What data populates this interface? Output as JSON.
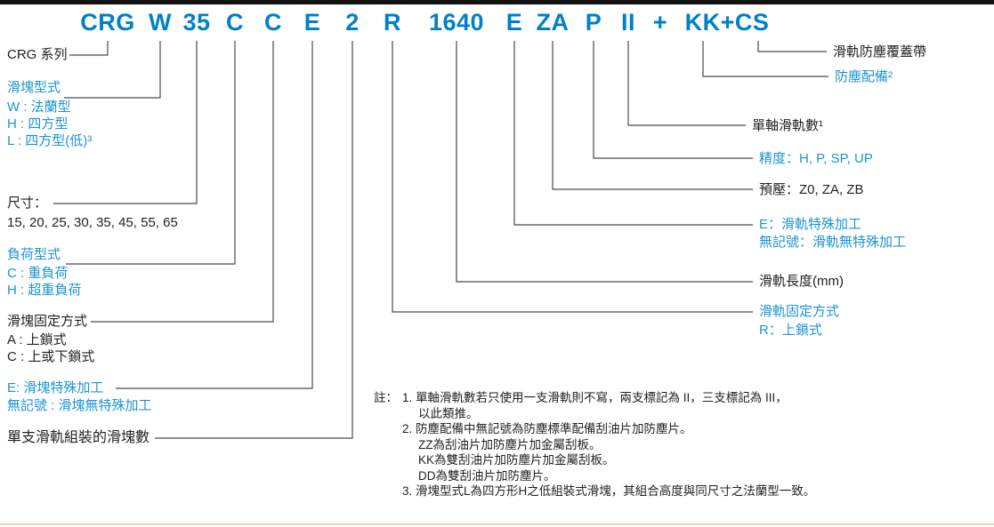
{
  "colors": {
    "code_blue": "#0080c8",
    "label_blue": "#1d94d2",
    "text_dark": "#231f20",
    "connector_line": "#4b4b4d",
    "top_bar": "#111111",
    "bottom_rule": "#f3d3c6"
  },
  "code": {
    "segments": [
      "CRG",
      "W",
      "35",
      "C",
      "C",
      "E",
      "2",
      "R",
      "1640",
      "E",
      "ZA",
      "P",
      "II",
      "+",
      "KK+CS"
    ]
  },
  "left": {
    "series": {
      "title": "CRG 系列"
    },
    "block_type": {
      "title": "滑塊型式",
      "items": [
        "W : 法蘭型",
        "H : 四方型",
        "L : 四方型(低)³"
      ]
    },
    "size": {
      "title": "尺寸：",
      "items": [
        "15, 20, 25, 30, 35, 45, 55, 65"
      ]
    },
    "load_type": {
      "title": "負荷型式",
      "items": [
        "C : 重負荷",
        "H : 超重負荷"
      ]
    },
    "block_fixing": {
      "title": "滑塊固定方式",
      "items": [
        "A : 上鎖式",
        "C : 上或下鎖式"
      ]
    },
    "block_special": {
      "title": "E: 滑塊特殊加工",
      "items": [
        "無記號 : 滑塊無特殊加工"
      ]
    },
    "blocks_per_rail": {
      "title": "單支滑軌組裝的滑塊數"
    }
  },
  "right": {
    "rail_cover": {
      "title": "滑軌防塵覆蓋帶"
    },
    "dust_protection": {
      "title": "防塵配備²"
    },
    "rails_per_axis": {
      "title": "單軸滑軌數¹"
    },
    "precision": {
      "title": "精度：H, P, SP, UP"
    },
    "preload": {
      "title": "預壓：Z0, ZA, ZB"
    },
    "rail_special": {
      "title": "E：滑軌特殊加工",
      "items": [
        "無記號：滑軌無特殊加工"
      ]
    },
    "rail_length": {
      "title": "滑軌長度(mm)"
    },
    "rail_fixing": {
      "title": "滑軌固定方式",
      "items": [
        "R：上鎖式"
      ]
    }
  },
  "notes": {
    "label": "註：",
    "lines": [
      "1. 單軸滑軌數若只使用一支滑軌則不寫，兩支標記為 II，三支標記為 III，",
      "以此類推。",
      "2. 防塵配備中無記號為防塵標準配備刮油片加防塵片。",
      "ZZ為刮油片加防塵片加金屬刮板。",
      "KK為雙刮油片加防塵片加金屬刮板。",
      "DD為雙刮油片加防塵片。",
      "3. 滑塊型式L為四方形H之低組裝式滑塊，其組合高度與同尺寸之法蘭型一致。"
    ]
  }
}
